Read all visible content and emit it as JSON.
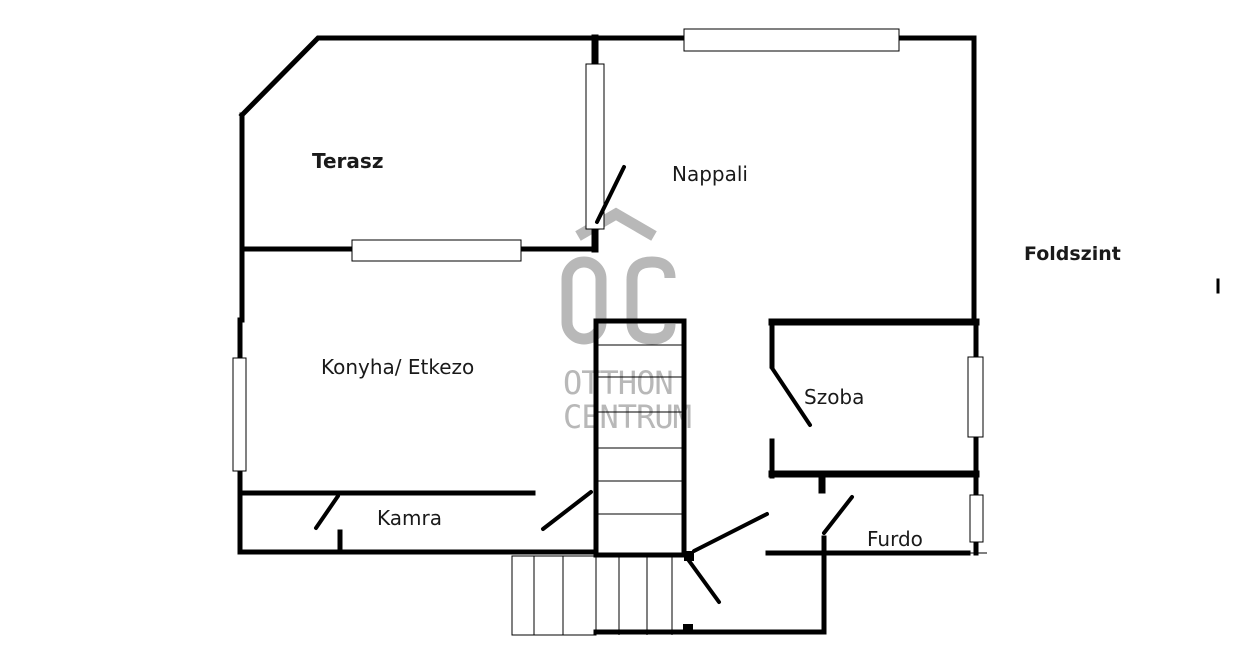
{
  "plan": {
    "level_label": "Foldszint",
    "rooms": [
      {
        "id": "terasz",
        "label": "Terasz"
      },
      {
        "id": "nappali",
        "label": "Nappali"
      },
      {
        "id": "konyha",
        "label": "Konyha/ Etkezo"
      },
      {
        "id": "kamra",
        "label": "Kamra"
      },
      {
        "id": "szoba",
        "label": "Szoba"
      },
      {
        "id": "furdo",
        "label": "Furdo"
      }
    ]
  },
  "watermark": {
    "logo": "OC",
    "line1": "OTTHON",
    "line2": "CENTRUM",
    "color": "#b8b8b8"
  }
}
